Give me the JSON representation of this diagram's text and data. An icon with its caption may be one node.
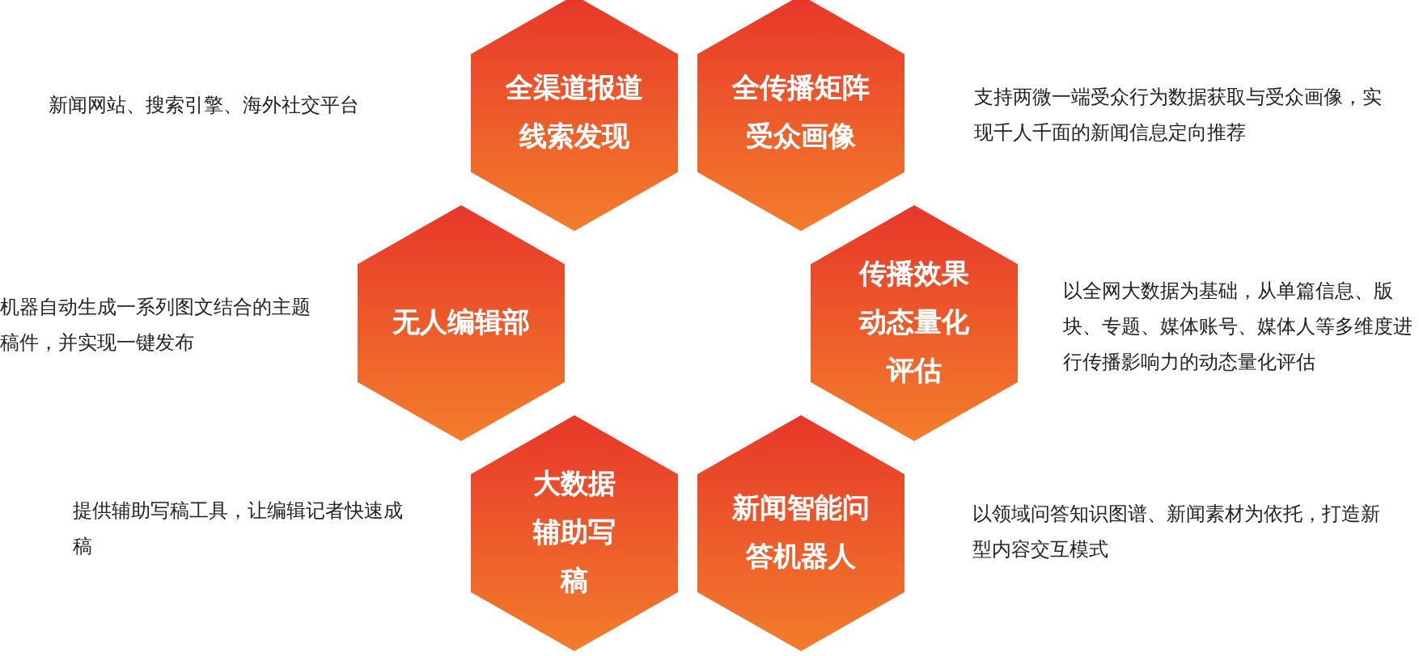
{
  "diagram": {
    "nodes": [
      {
        "text": [
          "全渠道报道线索发现"
        ]
      },
      {
        "text": [
          "全传播矩阵受众画像"
        ],
        "beside": [
          "支持两微一端受众行为数据获取与受众画像，实现千人千面的新闻信息定向推荐"
        ]
      },
      {
        "text": [
          "无人编辑部"
        ],
        "beside": [
          "机器自动生成一系列图文结合的主题稿件，并实现一键发布"
        ]
      },
      {
        "text": [
          "传播效果动态量化评估"
        ],
        "beside": [
          "以全网大数据为基础，从单篇信息、版块、专题、媒体账号、媒体人等多维度进行传播影响力的动态量化评估"
        ]
      },
      {
        "text": [
          "大数据辅助写稿"
        ]
      },
      {
        "text": [
          "新闻智能问答机器人"
        ],
        "beside": [
          "以领域问答知识图谱、新闻素材为依托，打造新型内容交互模式"
        ]
      }
    ],
    "labels": [
      "新闻网站、搜索引擎、海外社交平台",
      "提供辅助写稿工具，让编辑记者快速成稿"
    ]
  }
}
